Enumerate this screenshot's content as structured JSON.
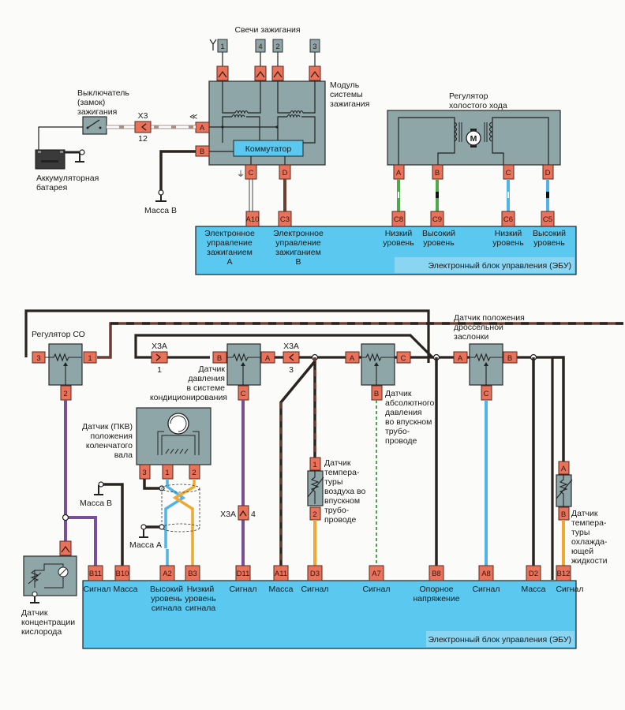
{
  "top_section": {
    "spark_plugs_title": "Свечи зажигания",
    "spark_plugs": [
      "1",
      "4",
      "2",
      "3"
    ],
    "ignition_module": {
      "label_lines": [
        "Модуль",
        "системы",
        "зажигания"
      ],
      "commutator": "Коммутатор",
      "pins": {
        "a": "A",
        "b": "B",
        "c": "C",
        "d": "D"
      }
    },
    "ignition_switch": {
      "label_lines": [
        "Выключатель",
        "(замок)",
        "зажигания"
      ]
    },
    "connector_x3": {
      "name": "X3",
      "pin": "12"
    },
    "battery": {
      "label_lines": [
        "Аккумуляторная",
        "батарея"
      ]
    },
    "ground_b": "Масса В",
    "idle_regulator": {
      "label_lines": [
        "Регулятор",
        "холостого хода"
      ],
      "motor": "M",
      "pins": [
        "A",
        "B",
        "C",
        "D"
      ]
    },
    "ecu": {
      "title": "Электронный блок управления (ЭБУ)",
      "pins": [
        "A10",
        "C3",
        "C8",
        "C9",
        "C6",
        "C5"
      ],
      "pin_labels": [
        [
          "Электронное",
          "управление",
          "зажиганием",
          "А"
        ],
        [
          "Электронное",
          "управление",
          "зажиганием",
          "В"
        ],
        [
          "Низкий",
          "уровень"
        ],
        [
          "Высокий",
          "уровень"
        ],
        [
          "Низкий",
          "уровень"
        ],
        [
          "Высокий",
          "уровень"
        ]
      ]
    }
  },
  "bottom_section": {
    "co_regulator": {
      "label": "Регулятор СО",
      "pins": [
        "3",
        "1",
        "2"
      ]
    },
    "connector_x3a": {
      "name": "X3A",
      "pins": [
        "1",
        "3",
        "4"
      ]
    },
    "ac_pressure_sensor": {
      "label_lines": [
        "Датчик",
        "давления",
        "в системе",
        "кондиционирования"
      ],
      "pins": [
        "B",
        "A",
        "C"
      ]
    },
    "map_sensor": {
      "label_lines": [
        "Датчик",
        "абсолютного",
        "давления",
        "во впускном",
        "трубо-",
        "проводе"
      ],
      "pins": [
        "A",
        "C",
        "B"
      ]
    },
    "tps_sensor": {
      "label_lines": [
        "Датчик положения",
        "дроссельной",
        "заслонки"
      ],
      "pins": [
        "A",
        "B",
        "C"
      ]
    },
    "ckp_sensor": {
      "label_lines": [
        "Датчик (ПКВ)",
        "положения",
        "коленчатого",
        "вала"
      ],
      "pins": [
        "3",
        "1",
        "2"
      ]
    },
    "iat_sensor": {
      "label_lines": [
        "Датчик",
        "темпера-",
        "туры",
        "воздуха во",
        "впускном",
        "трубо-",
        "проводе"
      ],
      "pins": [
        "1",
        "2"
      ]
    },
    "ect_sensor": {
      "label_lines": [
        "Датчик",
        "темпера-",
        "туры",
        "охлажда-",
        "ющей",
        "жидкости"
      ],
      "pins": [
        "A",
        "B"
      ]
    },
    "o2_sensor": {
      "label_lines": [
        "Датчик",
        "концентрации",
        "кислорода"
      ]
    },
    "ground_b": "Масса В",
    "ground_a": "Масса А",
    "ecu": {
      "title": "Электронный блок управления (ЭБУ)",
      "pins": [
        "B11",
        "B10",
        "A2",
        "B3",
        "D11",
        "A11",
        "D3",
        "A7",
        "B8",
        "A8",
        "D2",
        "B12"
      ],
      "pin_labels": [
        [
          "Сигнал"
        ],
        [
          "Масса"
        ],
        [
          "Высокий",
          "уровень",
          "сигнала"
        ],
        [
          "Низкий",
          "уровень",
          "сигнала"
        ],
        [
          "Сигнал"
        ],
        [
          "Масса"
        ],
        [
          "Сигнал"
        ],
        [
          "Сигнал"
        ],
        [
          "Опорное",
          "напряжение"
        ],
        [
          "Сигнал"
        ],
        [
          "Масса"
        ],
        [
          "Сигнал"
        ]
      ]
    }
  },
  "colors": {
    "ecu_fill": "#5bc8ef",
    "component_fill": "#8fa6a8",
    "pin_fill": "#e8735a",
    "wire_black": "#2a2420",
    "wire_brown": "#6b3f32",
    "wire_green": "#4fa84a",
    "wire_blue": "#4fb4e6",
    "wire_violet": "#7a4f9a",
    "wire_orange": "#f0a830"
  }
}
